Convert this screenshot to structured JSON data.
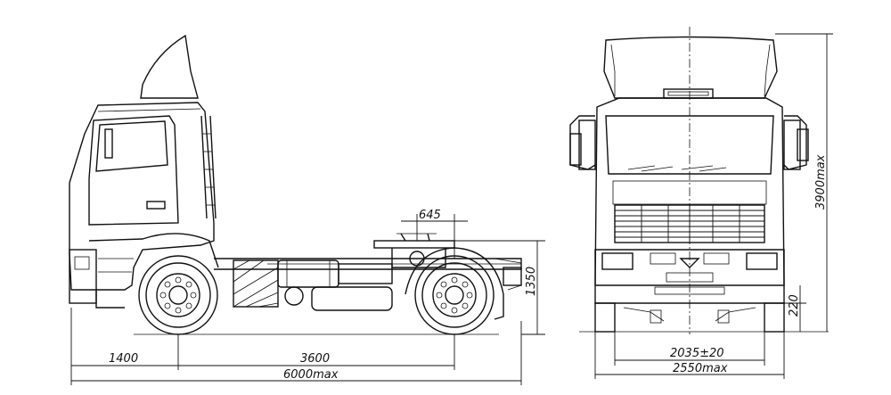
{
  "dimensions": {
    "kingpin_offset": "645",
    "front_overhang": "1400",
    "wheelbase": "3600",
    "overall_length": "6000max",
    "coupling_height": "1350",
    "track_width": "2035±20",
    "overall_width": "2550max",
    "overall_height": "3900max",
    "ground_clearance": "220"
  }
}
